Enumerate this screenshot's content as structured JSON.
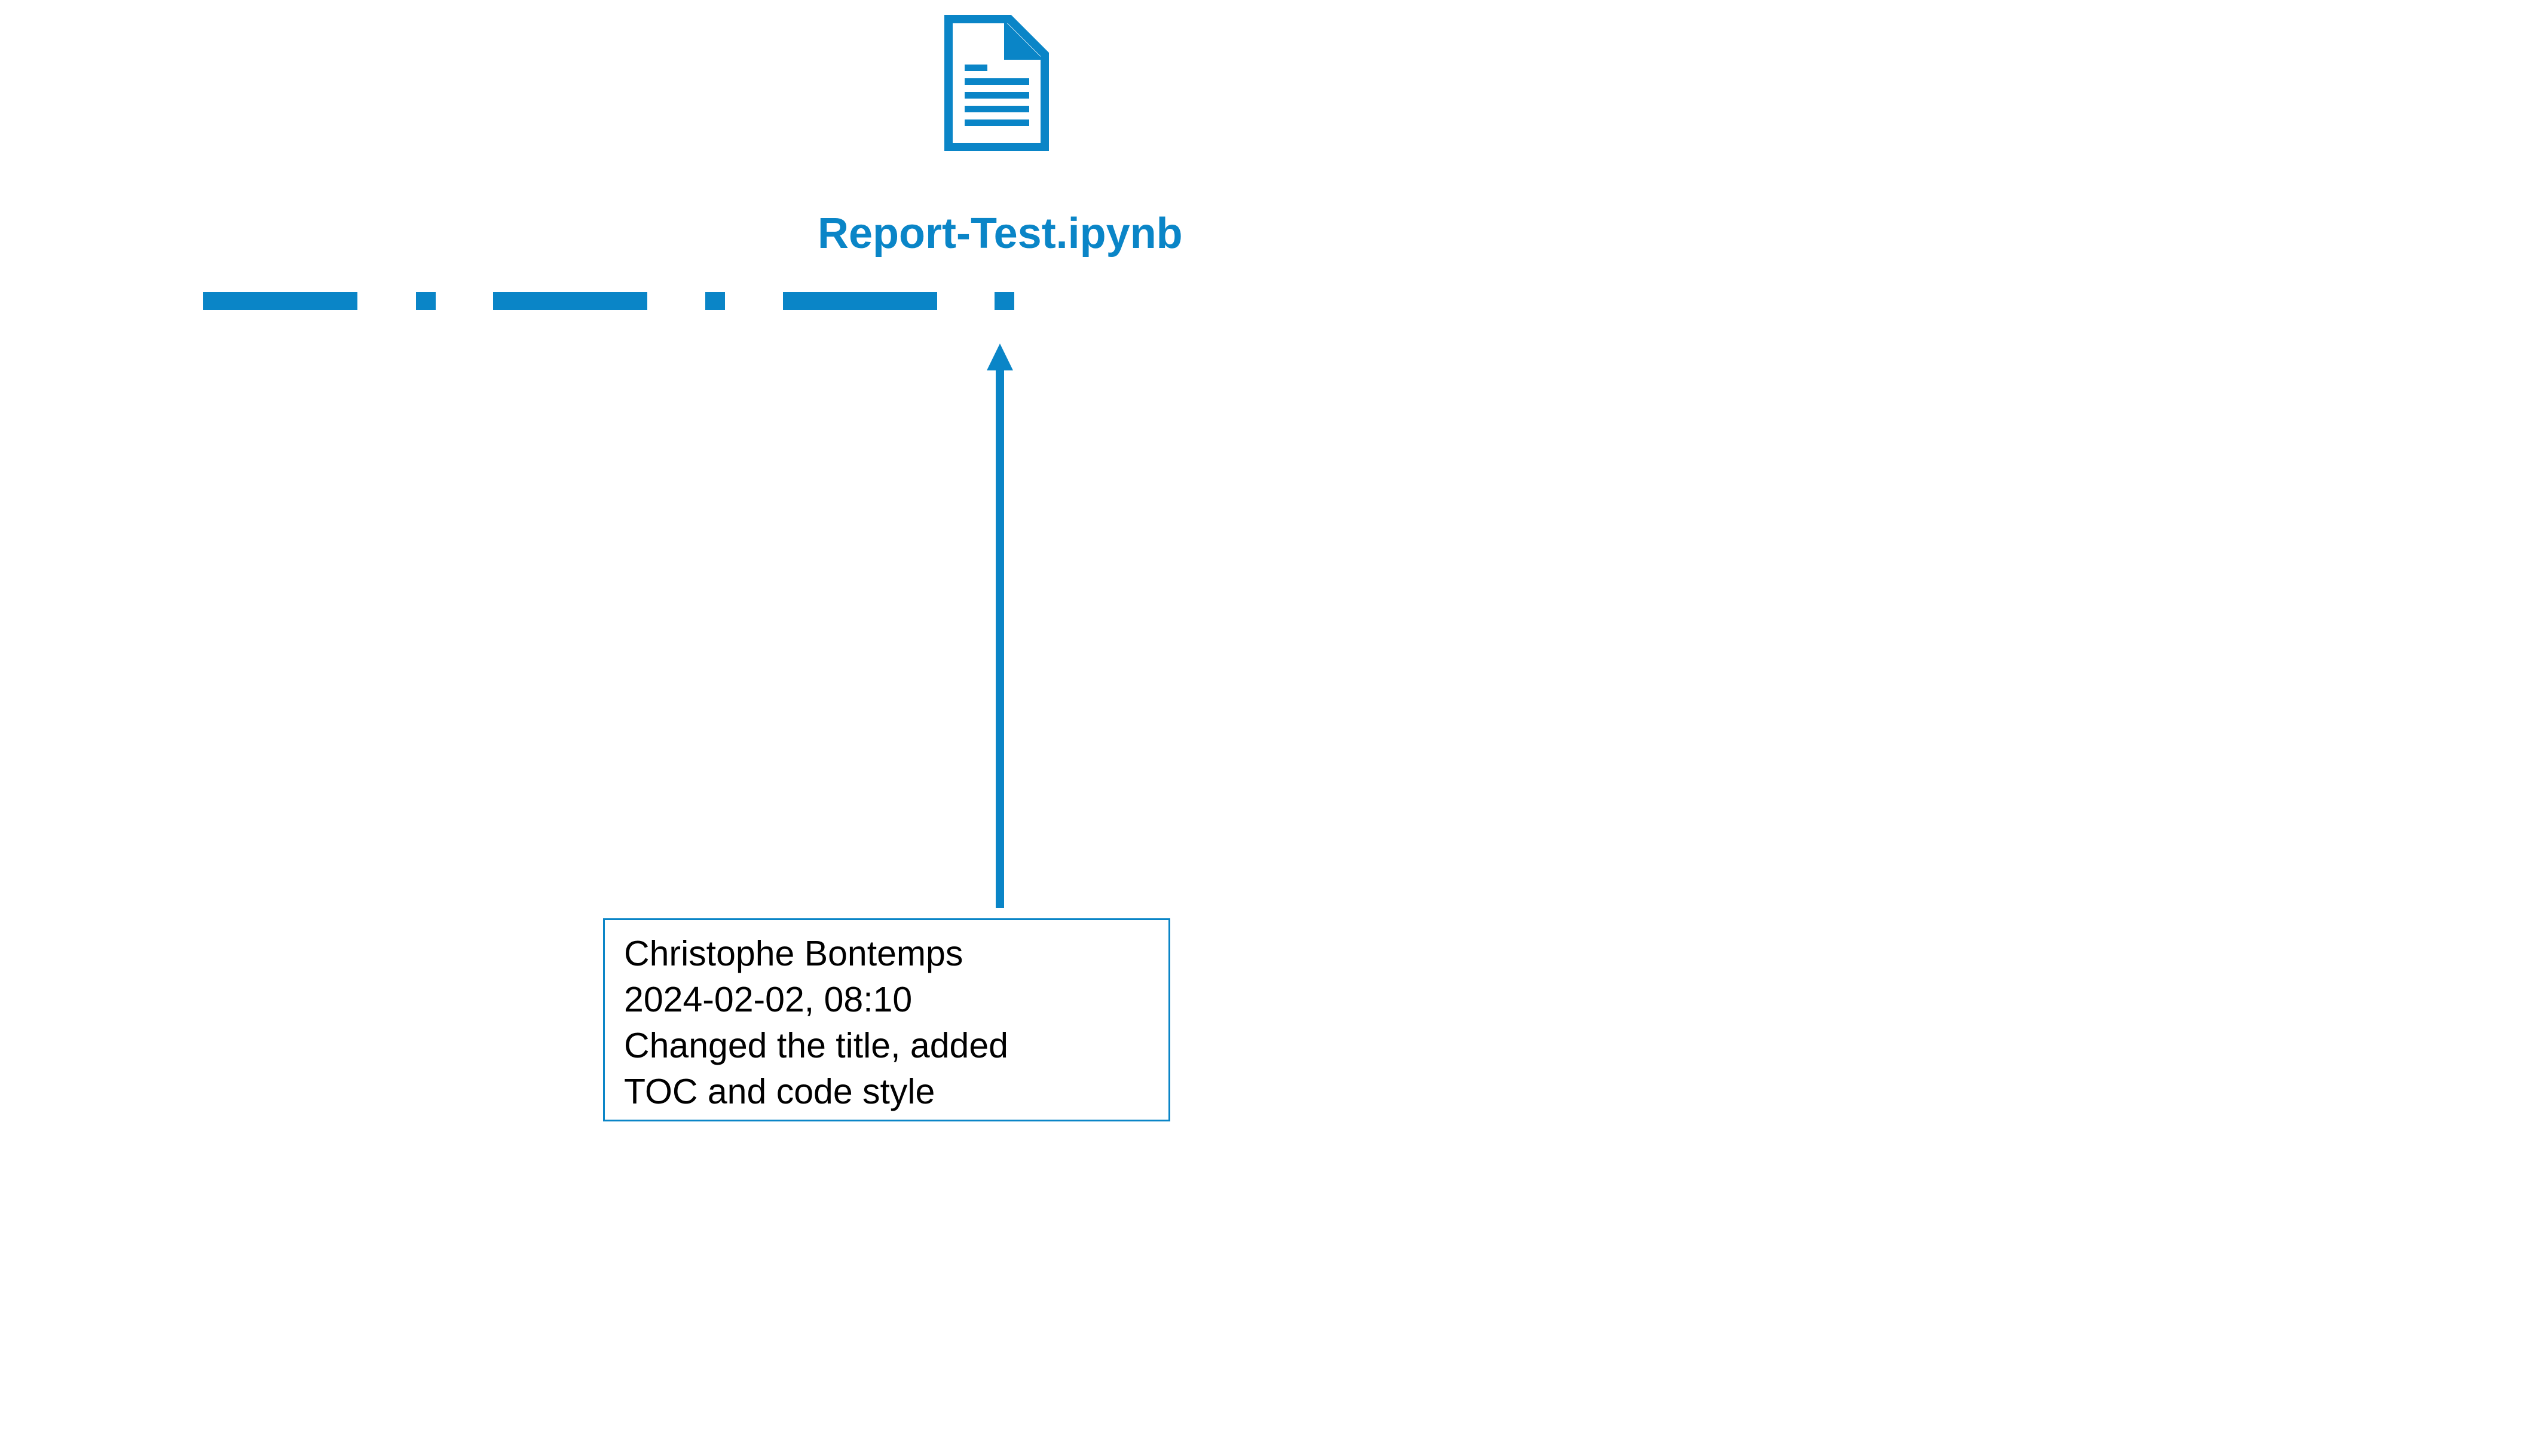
{
  "colors": {
    "accent": "#0a85c7",
    "text": "#000000",
    "background": "#ffffff"
  },
  "file": {
    "icon": "document-icon",
    "name": "Report-Test.ipynb"
  },
  "timeline": {
    "style": "dash-dot",
    "marker": "arrow-up"
  },
  "note": {
    "author": "Christophe Bontemps",
    "timestamp": "2024-02-02, 08:10",
    "message_line1": "Changed the title, added",
    "message_line2": "TOC and code style"
  }
}
